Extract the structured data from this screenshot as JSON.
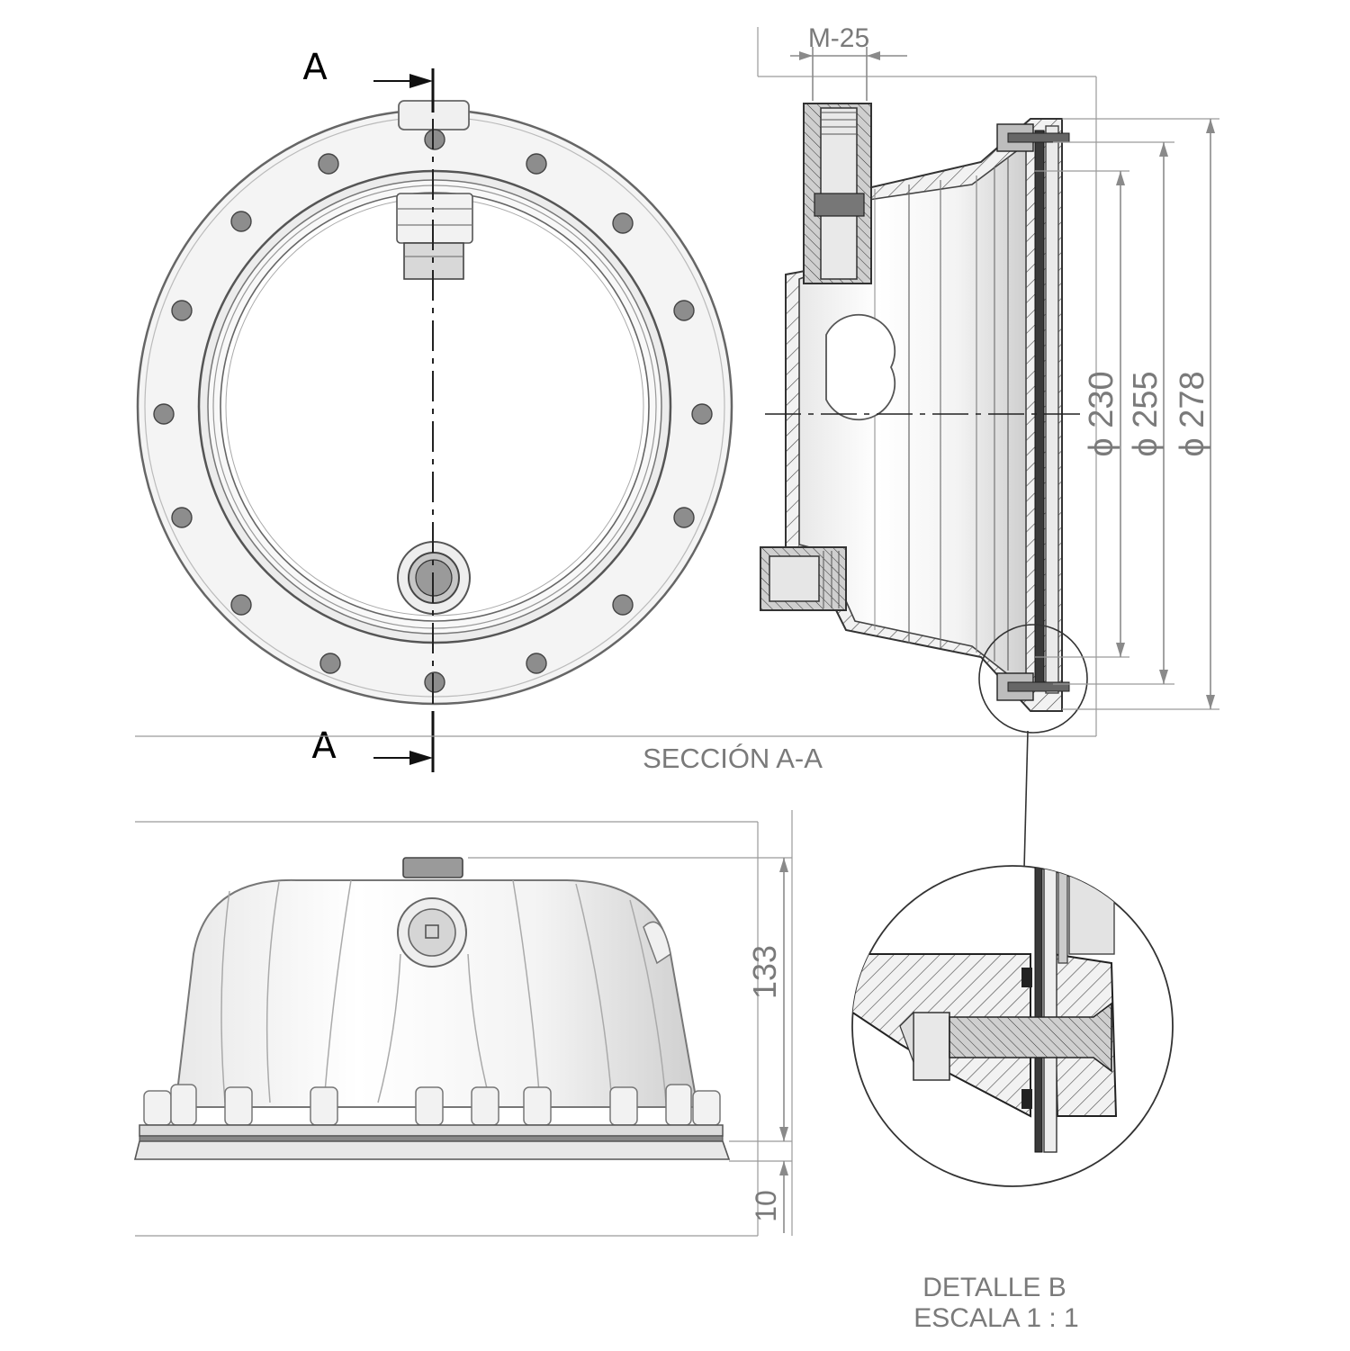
{
  "section_marker_top": "A",
  "section_marker_bottom": "A",
  "section_title": "SECCIÓN A-A",
  "thread_label": "M-25",
  "dim_230": "230",
  "dim_255": "255",
  "dim_278": "278",
  "dia_symbol": "ϕ",
  "dim_height": "133",
  "dim_flange": "10",
  "detail_title": "DETALLE B",
  "detail_scale": "ESCALA 1 : 1"
}
